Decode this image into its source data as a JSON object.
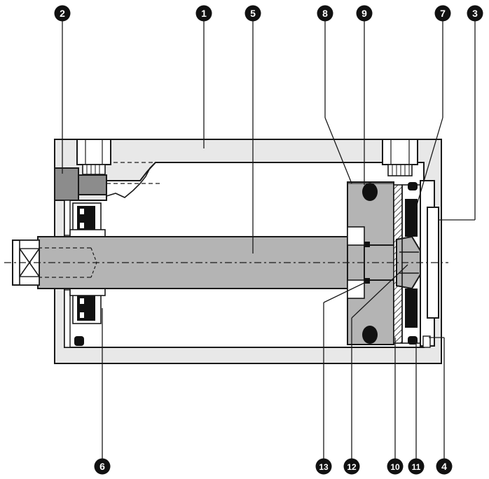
{
  "diagram": {
    "callouts": [
      {
        "id": "c1",
        "label": "1"
      },
      {
        "id": "c2",
        "label": "2"
      },
      {
        "id": "c3",
        "label": "3"
      },
      {
        "id": "c4",
        "label": "4"
      },
      {
        "id": "c5",
        "label": "5"
      },
      {
        "id": "c6",
        "label": "6"
      },
      {
        "id": "c7",
        "label": "7"
      },
      {
        "id": "c8",
        "label": "8"
      },
      {
        "id": "c9",
        "label": "9"
      },
      {
        "id": "c10",
        "label": "10"
      },
      {
        "id": "c11",
        "label": "11"
      },
      {
        "id": "c12",
        "label": "12"
      },
      {
        "id": "c13",
        "label": "13"
      }
    ],
    "colors": {
      "outline": "#1a1a1a",
      "body_light": "#e8e8e8",
      "part_mid": "#b4b4b4",
      "part_dark": "#8c8c8c",
      "seal": "#111111",
      "callout_fill": "#111111",
      "callout_text": "#ffffff"
    }
  }
}
